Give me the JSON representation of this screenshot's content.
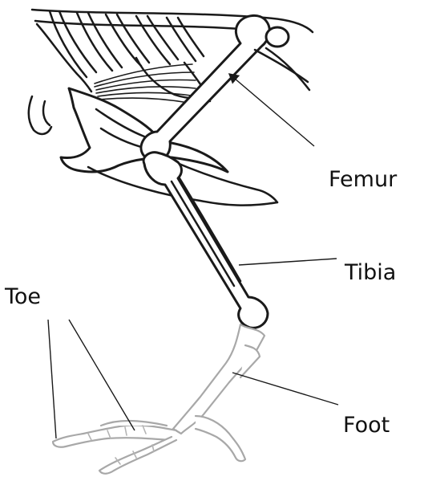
{
  "labels": {
    "femur": "Femur",
    "tibia": "Tibia",
    "toe": "Toe",
    "foot": "Foot"
  },
  "colors": {
    "bone_outline": "#1a1a1a",
    "foot_outline": "#a8a8a8",
    "background": "#ffffff"
  }
}
